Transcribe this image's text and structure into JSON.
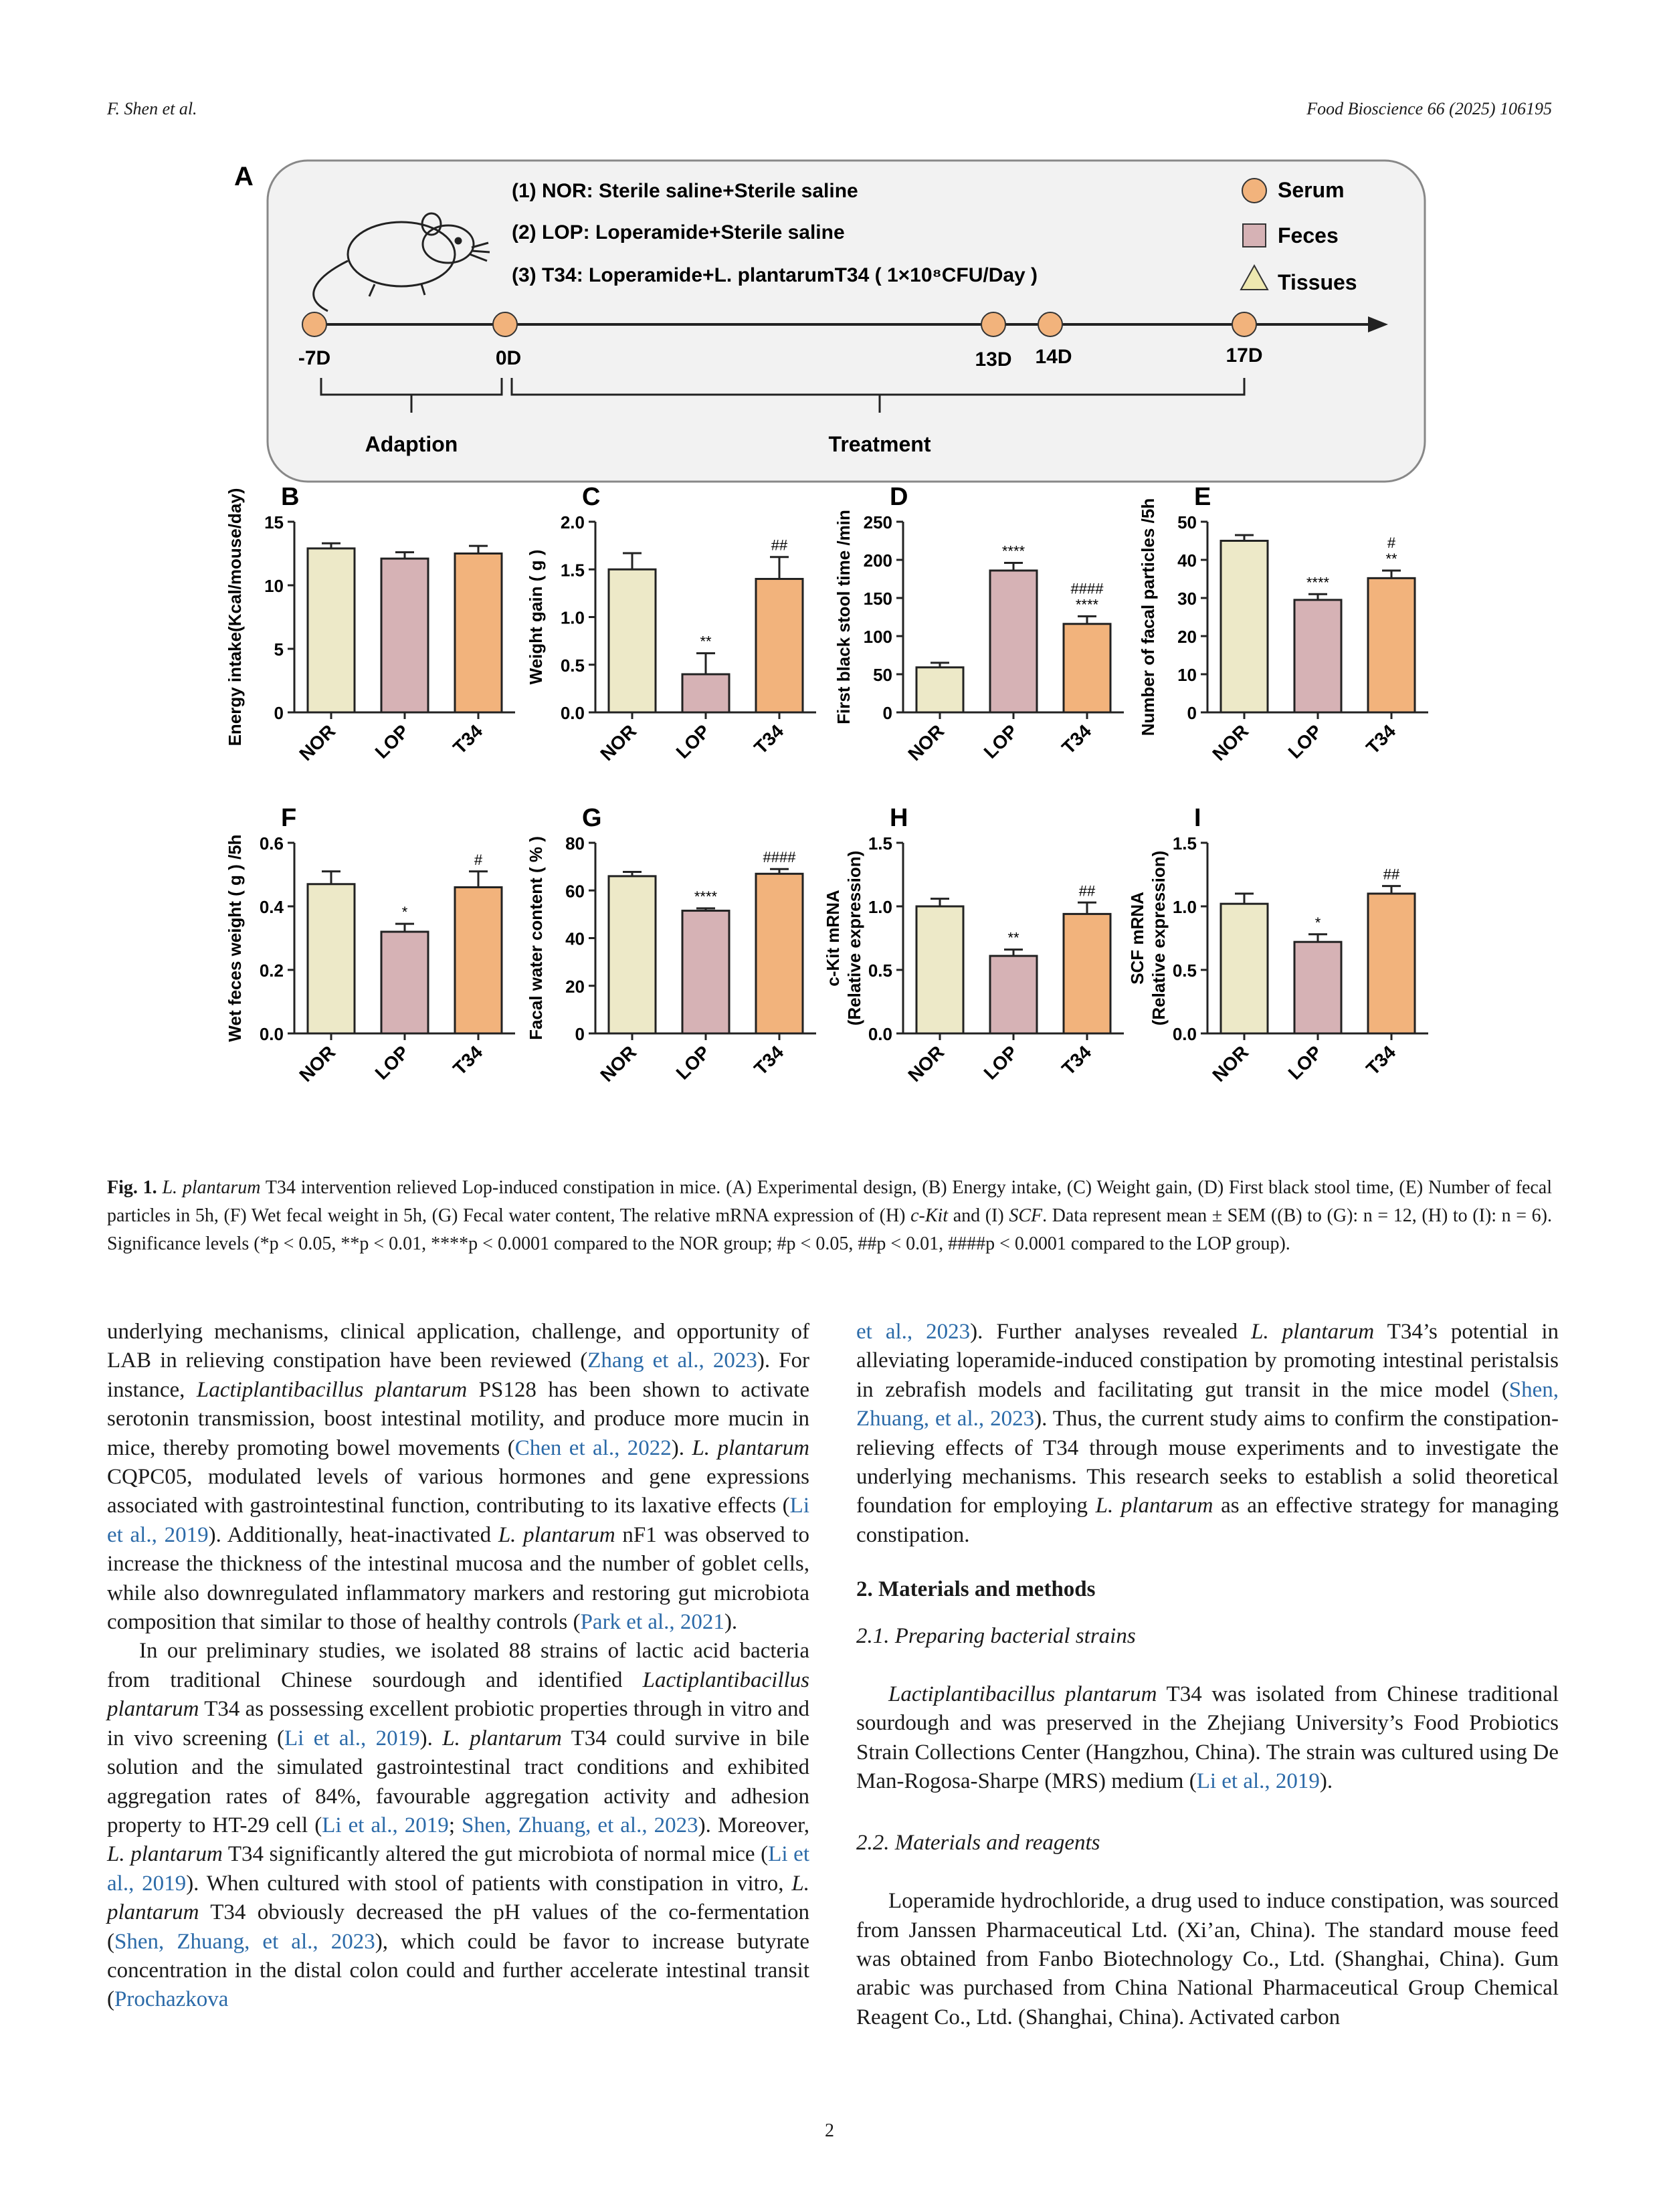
{
  "header": {
    "left": "F. Shen et al.",
    "right": "Food Bioscience 66 (2025) 106195"
  },
  "figure": {
    "panel_a": {
      "label": "A",
      "groups": [
        "(1)  NOR: Sterile saline+Sterile saline",
        "(2)  LOP: Loperamide+Sterile saline",
        "(3) T34: Loperamide+L. plantarumT34 ( 1×10⁸CFU/Day )"
      ],
      "legend": [
        "Serum",
        "Feces",
        "Tissues"
      ],
      "timeline": [
        "-7D",
        "0D",
        "13D",
        "14D",
        "17D"
      ],
      "phases": [
        "Adaption",
        "Treatment"
      ]
    },
    "colors": {
      "NOR": "#ede9c8",
      "LOP": "#d6b2b5",
      "T34": "#f2b37c"
    },
    "categories": [
      "NOR",
      "LOP",
      "T34"
    ]
  },
  "chart_data": [
    {
      "type": "bar",
      "panel": "B",
      "ylabel": "Energy intake(Kcal/mouse/day)",
      "categories": [
        "NOR",
        "LOP",
        "T34"
      ],
      "values": [
        12.9,
        12.1,
        12.5
      ],
      "errors": [
        0.4,
        0.5,
        0.6
      ],
      "ylim": [
        0,
        15
      ],
      "yticks": [
        "0",
        "5",
        "10",
        "15"
      ],
      "annotations": [
        "",
        "",
        ""
      ]
    },
    {
      "type": "bar",
      "panel": "C",
      "ylabel": "Weight gain ( g )",
      "categories": [
        "NOR",
        "LOP",
        "T34"
      ],
      "values": [
        1.5,
        0.4,
        1.4
      ],
      "errors": [
        0.17,
        0.22,
        0.23
      ],
      "ylim": [
        0,
        2.0
      ],
      "yticks": [
        "0.0",
        "0.5",
        "1.0",
        "1.5",
        "2.0"
      ],
      "annotations": [
        "",
        "**",
        "##"
      ]
    },
    {
      "type": "bar",
      "panel": "D",
      "ylabel": "First black stool time /min",
      "categories": [
        "NOR",
        "LOP",
        "T34"
      ],
      "values": [
        59,
        186,
        116
      ],
      "errors": [
        6,
        10,
        10
      ],
      "ylim": [
        0,
        250
      ],
      "yticks": [
        "0",
        "50",
        "100",
        "150",
        "200",
        "250"
      ],
      "annotations": [
        "",
        "****",
        "####\n****"
      ]
    },
    {
      "type": "bar",
      "panel": "E",
      "ylabel": "Number of facal particles /5h",
      "categories": [
        "NOR",
        "LOP",
        "T34"
      ],
      "values": [
        45,
        29.5,
        35.2
      ],
      "errors": [
        1.5,
        1.5,
        2
      ],
      "ylim": [
        0,
        50
      ],
      "yticks": [
        "0",
        "10",
        "20",
        "30",
        "40",
        "50"
      ],
      "annotations": [
        "",
        "****",
        "#\n**"
      ]
    },
    {
      "type": "bar",
      "panel": "F",
      "ylabel": "Wet feces weight ( g ) /5h",
      "categories": [
        "NOR",
        "LOP",
        "T34"
      ],
      "values": [
        0.47,
        0.32,
        0.46
      ],
      "errors": [
        0.04,
        0.025,
        0.05
      ],
      "ylim": [
        0,
        0.6
      ],
      "yticks": [
        "0.0",
        "0.2",
        "0.4",
        "0.6"
      ],
      "annotations": [
        "",
        "*",
        "#"
      ]
    },
    {
      "type": "bar",
      "panel": "G",
      "ylabel": "Facal water content ( % )",
      "categories": [
        "NOR",
        "LOP",
        "T34"
      ],
      "values": [
        66,
        51.5,
        67
      ],
      "errors": [
        1.8,
        1,
        2
      ],
      "ylim": [
        0,
        80
      ],
      "yticks": [
        "0",
        "20",
        "40",
        "60",
        "80"
      ],
      "annotations": [
        "",
        "****",
        "####"
      ]
    },
    {
      "type": "bar",
      "panel": "H",
      "ylabel": "c-Kit mRNA",
      "ylabel2": "(Relative expression)",
      "categories": [
        "NOR",
        "LOP",
        "T34"
      ],
      "values": [
        1.0,
        0.61,
        0.94
      ],
      "errors": [
        0.06,
        0.05,
        0.09
      ],
      "ylim": [
        0,
        1.5
      ],
      "yticks": [
        "0.0",
        "0.5",
        "1.0",
        "1.5"
      ],
      "annotations": [
        "",
        "**",
        "##"
      ]
    },
    {
      "type": "bar",
      "panel": "I",
      "ylabel": "SCF mRNA",
      "ylabel2": "(Relative expression)",
      "categories": [
        "NOR",
        "LOP",
        "T34"
      ],
      "values": [
        1.02,
        0.72,
        1.1
      ],
      "errors": [
        0.08,
        0.06,
        0.06
      ],
      "ylim": [
        0,
        1.5
      ],
      "yticks": [
        "0.0",
        "0.5",
        "1.0",
        "1.5"
      ],
      "annotations": [
        "",
        "*",
        "##"
      ]
    }
  ],
  "caption": {
    "lead": "Fig. 1.",
    "species": "L. plantarum",
    "text1": " T34 intervention relieved Lop-induced constipation in mice. (A) Experimental design, (B) Energy intake, (C) Weight gain, (D) First black stool time, (E) Number of fecal particles in 5h, (F) Wet fecal weight in 5h, (G) Fecal water content, The relative mRNA expression of (H) ",
    "gene1": "c-Kit",
    "text2": " and (I) ",
    "gene2": "SCF",
    "text3": ". Data represent mean ± SEM ((B) to (G): n = 12, (H) to (I): n = 6). Significance levels (*p < 0.05, **p < 0.01, ****p < 0.0001 compared to the NOR group; #p < 0.05, ##p < 0.01, ####p < 0.0001 compared to the LOP group)."
  },
  "left_col": {
    "p1": [
      {
        "t": "underlying mechanisms, clinical application, challenge, and opportunity of LAB in relieving constipation have been reviewed ("
      },
      {
        "t": "Zhang et al., 2023",
        "ref": true
      },
      {
        "t": "). For instance, "
      },
      {
        "t": "Lactiplantibacillus plantarum",
        "i": true
      },
      {
        "t": " PS128 has been shown to activate serotonin transmission, boost intestinal motility, and produce more mucin in mice, thereby promoting bowel movements ("
      },
      {
        "t": "Chen et al., 2022",
        "ref": true
      },
      {
        "t": "). "
      },
      {
        "t": "L. plantarum",
        "i": true
      },
      {
        "t": " CQPC05, modulated levels of various hormones and gene expressions associated with gastrointestinal function, contributing to its laxative effects ("
      },
      {
        "t": "Li et al., 2019",
        "ref": true
      },
      {
        "t": "). Additionally, heat-inactivated "
      },
      {
        "t": "L. plantarum",
        "i": true
      },
      {
        "t": " nF1 was observed to increase the thickness of the intestinal mucosa and the number of goblet cells, while also downregulated inflammatory markers and restoring gut microbiota composition that similar to those of healthy controls ("
      },
      {
        "t": "Park et al., 2021",
        "ref": true
      },
      {
        "t": ")."
      }
    ],
    "p2": [
      {
        "t": "In our preliminary studies, we isolated 88 strains of lactic acid bacteria from traditional Chinese sourdough and identified "
      },
      {
        "t": "Lactiplantibacillus plantarum",
        "i": true
      },
      {
        "t": " T34 as possessing excellent probiotic properties through in vitro and in vivo screening ("
      },
      {
        "t": "Li et al., 2019",
        "ref": true
      },
      {
        "t": "). "
      },
      {
        "t": "L. plantarum",
        "i": true
      },
      {
        "t": " T34 could survive in bile solution and the simulated gastrointestinal tract conditions and exhibited aggregation rates of 84%, favourable aggregation activity and adhesion property to HT-29 cell ("
      },
      {
        "t": "Li et al., 2019",
        "ref": true
      },
      {
        "t": "; "
      },
      {
        "t": "Shen, Zhuang, et al., 2023",
        "ref": true
      },
      {
        "t": "). Moreover, "
      },
      {
        "t": "L. plantarum",
        "i": true
      },
      {
        "t": " T34 significantly altered the gut microbiota of normal mice ("
      },
      {
        "t": "Li et al., 2019",
        "ref": true
      },
      {
        "t": "). When cultured with stool of patients with constipation in vitro, "
      },
      {
        "t": "L. plantarum",
        "i": true
      },
      {
        "t": " T34 obviously decreased the pH values of the co-fermentation ("
      },
      {
        "t": "Shen, Zhuang, et al., 2023",
        "ref": true
      },
      {
        "t": "), which could be favor to increase butyrate concentration in the distal colon could and further accelerate intestinal transit ("
      },
      {
        "t": "Prochazkova",
        "ref": true
      }
    ]
  },
  "right_col": {
    "p1": [
      {
        "t": "et al., 2023",
        "ref": true
      },
      {
        "t": "). Further analyses revealed "
      },
      {
        "t": "L. plantarum",
        "i": true
      },
      {
        "t": " T34’s potential in alleviating loperamide-induced constipation by promoting intestinal peristalsis in zebrafish models and facilitating gut transit in the mice model ("
      },
      {
        "t": "Shen, Zhuang, et al., 2023",
        "ref": true
      },
      {
        "t": "). Thus, the current study aims to confirm the constipation-relieving effects of T34 through mouse experiments and to investigate the underlying mechanisms. This research seeks to establish a solid theoretical foundation for employing "
      },
      {
        "t": "L. plantarum",
        "i": true
      },
      {
        "t": " as an effective strategy for managing constipation."
      }
    ],
    "sec2": "2.  Materials and methods",
    "sec21": "2.1.  Preparing bacterial strains",
    "p2": [
      {
        "t": "Lactiplantibacillus plantarum",
        "i": true
      },
      {
        "t": " T34 was isolated from Chinese traditional sourdough and was preserved in the Zhejiang University’s Food Probiotics Strain Collections Center (Hangzhou, China). The strain was cultured using De Man-Rogosa-Sharpe (MRS) medium ("
      },
      {
        "t": "Li et al., 2019",
        "ref": true
      },
      {
        "t": ")."
      }
    ],
    "sec22": "2.2.  Materials and reagents",
    "p3": [
      {
        "t": "Loperamide hydrochloride, a drug used to induce constipation, was sourced from Janssen Pharmaceutical Ltd. (Xi’an, China). The standard mouse feed was obtained from Fanbo Biotechnology Co., Ltd. (Shanghai, China). Gum arabic was purchased from China National Pharmaceutical Group Chemical Reagent Co., Ltd. (Shanghai, China). Activated carbon"
      }
    ]
  },
  "page_number": "2"
}
